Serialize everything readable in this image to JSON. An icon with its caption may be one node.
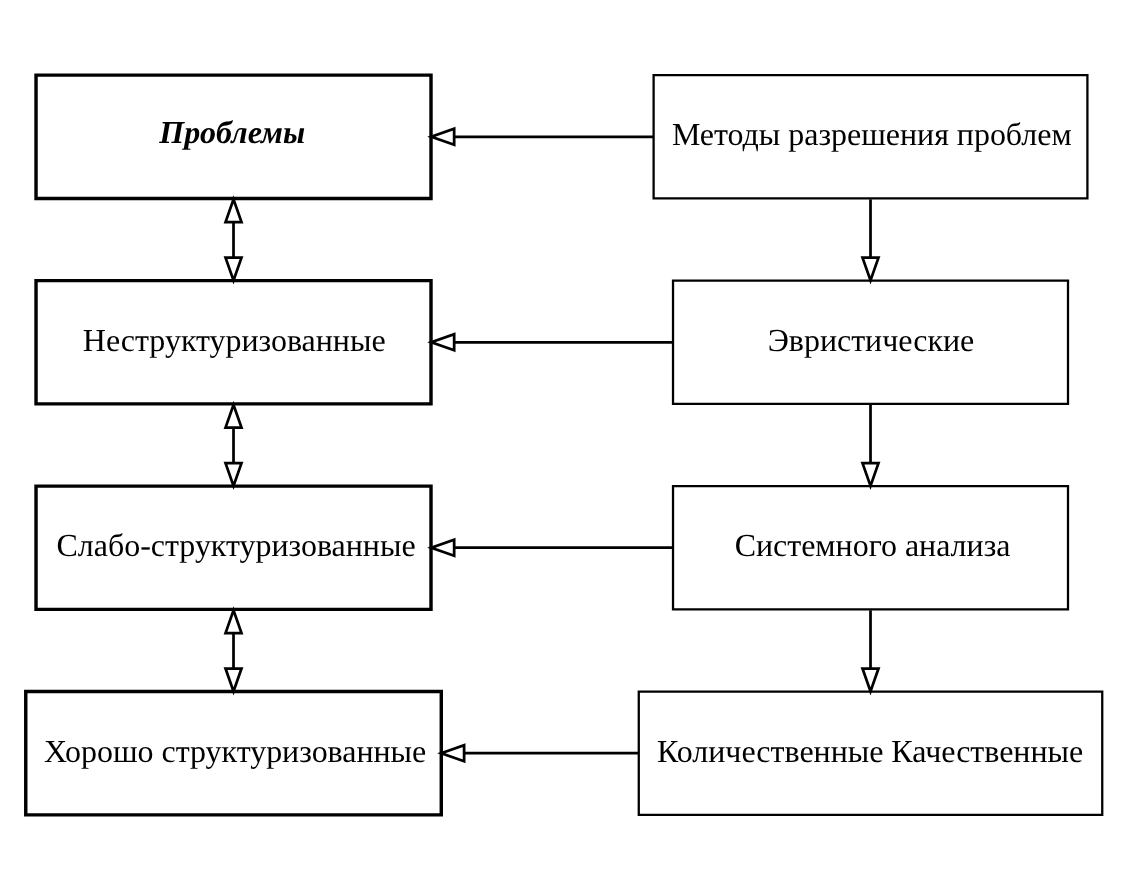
{
  "diagram": {
    "nodes": [
      {
        "text": [
          "Проблемы"
        ]
      },
      {
        "text": [
          "Методы разрешения проблем"
        ]
      },
      {
        "text": [
          "Неструктуризованные"
        ]
      },
      {
        "text": [
          "Эвристические"
        ]
      },
      {
        "text": [
          "Слабо-структуризованные"
        ]
      },
      {
        "text": [
          "Системного анализа"
        ]
      },
      {
        "text": [
          "Хорошо структуризованные"
        ]
      },
      {
        "text": [
          "Количественные Качественные"
        ]
      }
    ],
    "edges": [
      {
        "from": 1,
        "to": 0,
        "arrow": "to"
      },
      {
        "from": 0,
        "to": 2,
        "arrow": "both"
      },
      {
        "from": 1,
        "to": 3,
        "arrow": "to"
      },
      {
        "from": 3,
        "to": 2,
        "arrow": "to"
      },
      {
        "from": 2,
        "to": 4,
        "arrow": "both"
      },
      {
        "from": 3,
        "to": 5,
        "arrow": "to"
      },
      {
        "from": 5,
        "to": 4,
        "arrow": "to"
      },
      {
        "from": 4,
        "to": 6,
        "arrow": "both"
      },
      {
        "from": 5,
        "to": 7,
        "arrow": "to"
      },
      {
        "from": 7,
        "to": 6,
        "arrow": "to"
      }
    ]
  }
}
